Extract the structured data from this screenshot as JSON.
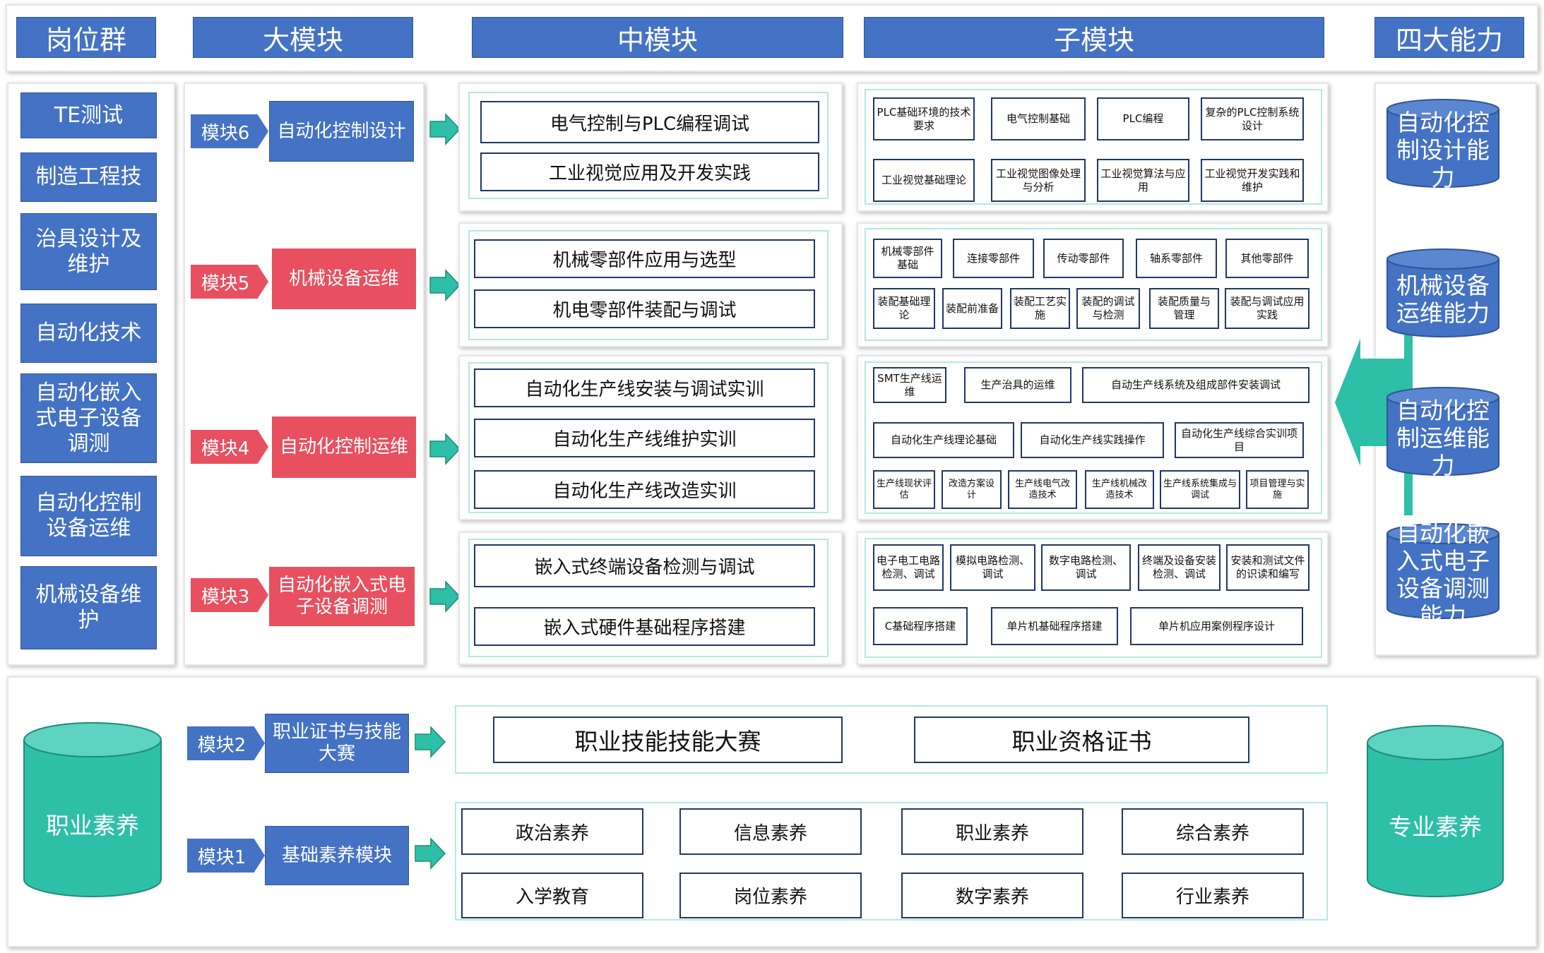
{
  "headers": {
    "positions": "岗位群",
    "large": "大模块",
    "middle": "中模块",
    "sub": "子模块",
    "abilities": "四大能力"
  },
  "positions": [
    "TE测试",
    "制造工程技",
    "治具设计及维护",
    "自动化技术",
    "自动化嵌入式电子设备调测",
    "自动化控制设备运维",
    "机械设备维护"
  ],
  "modules": [
    {
      "tag": "模块6",
      "name": "自动化控制设计",
      "middle": [
        "电气控制与PLC编程调试",
        "工业视觉应用及开发实践"
      ],
      "sub": [
        [
          "PLC基础环境的技术要求",
          "电气控制基础",
          "PLC编程",
          "复杂的PLC控制系统设计"
        ],
        [
          "工业视觉基础理论",
          "工业视觉图像处理与分析",
          "工业视觉算法与应用",
          "工业视觉开发实践和维护"
        ]
      ]
    },
    {
      "tag": "模块5",
      "name": "机械设备运维",
      "middle": [
        "机械零部件应用与选型",
        "机电零部件装配与调试"
      ],
      "sub": [
        [
          "机械零部件基础",
          "连接零部件",
          "传动零部件",
          "轴系零部件",
          "其他零部件"
        ],
        [
          "装配基础理论",
          "装配前准备",
          "装配工艺实施",
          "装配的调试与检测",
          "装配质量与管理",
          "装配与调试应用实践"
        ]
      ]
    },
    {
      "tag": "模块4",
      "name": "自动化控制运维",
      "middle": [
        "自动化生产线安装与调试实训",
        "自动化生产线维护实训",
        "自动化生产线改造实训"
      ],
      "sub": [
        [
          "SMT生产线运维",
          "生产治具的运维",
          "自动生产线系统及组成部件安装调试"
        ],
        [
          "自动化生产线理论基础",
          "自动化生产线实践操作",
          "自动化生产线综合实训项目"
        ],
        [
          "生产线现状评估",
          "改造方案设计",
          "生产线电气改造技术",
          "生产线机械改造技术",
          "生产线系统集成与调试",
          "项目管理与实施"
        ]
      ]
    },
    {
      "tag": "模块3",
      "name": "自动化嵌入式电子设备调测",
      "middle": [
        "嵌入式终端设备检测与调试",
        "嵌入式硬件基础程序搭建"
      ],
      "sub": [
        [
          "电子电工电路检测、调试",
          "模拟电路检测、调试",
          "数字电路检测、调试",
          "终端及设备安装检测、调试",
          "安装和测试文件的识读和编写"
        ],
        [
          "C基础程序搭建",
          "单片机基础程序搭建",
          "单片机应用案例程序设计"
        ]
      ]
    }
  ],
  "abilities": [
    "自动化控制设计能力",
    "机械设备运维能力",
    "自动化控制运维能力",
    "自动化嵌入式电子设备调测能力"
  ],
  "bottom": {
    "left_cylinder": "职业素养",
    "right_cylinder": "专业素养",
    "module2": {
      "tag": "模块2",
      "name": "职业证书与技能大赛",
      "items": [
        "职业技能技能大赛",
        "职业资格证书"
      ]
    },
    "module1": {
      "tag": "模块1",
      "name": "基础素养模块",
      "items": [
        "政治素养",
        "信息素养",
        "职业素养",
        "综合素养",
        "入学教育",
        "岗位素养",
        "数字素养",
        "行业素养"
      ]
    }
  },
  "colors": {
    "blue": "#4472c4",
    "red": "#e8505f",
    "teal": "#2ebfa8",
    "panel_border": "#b5e8e2"
  }
}
